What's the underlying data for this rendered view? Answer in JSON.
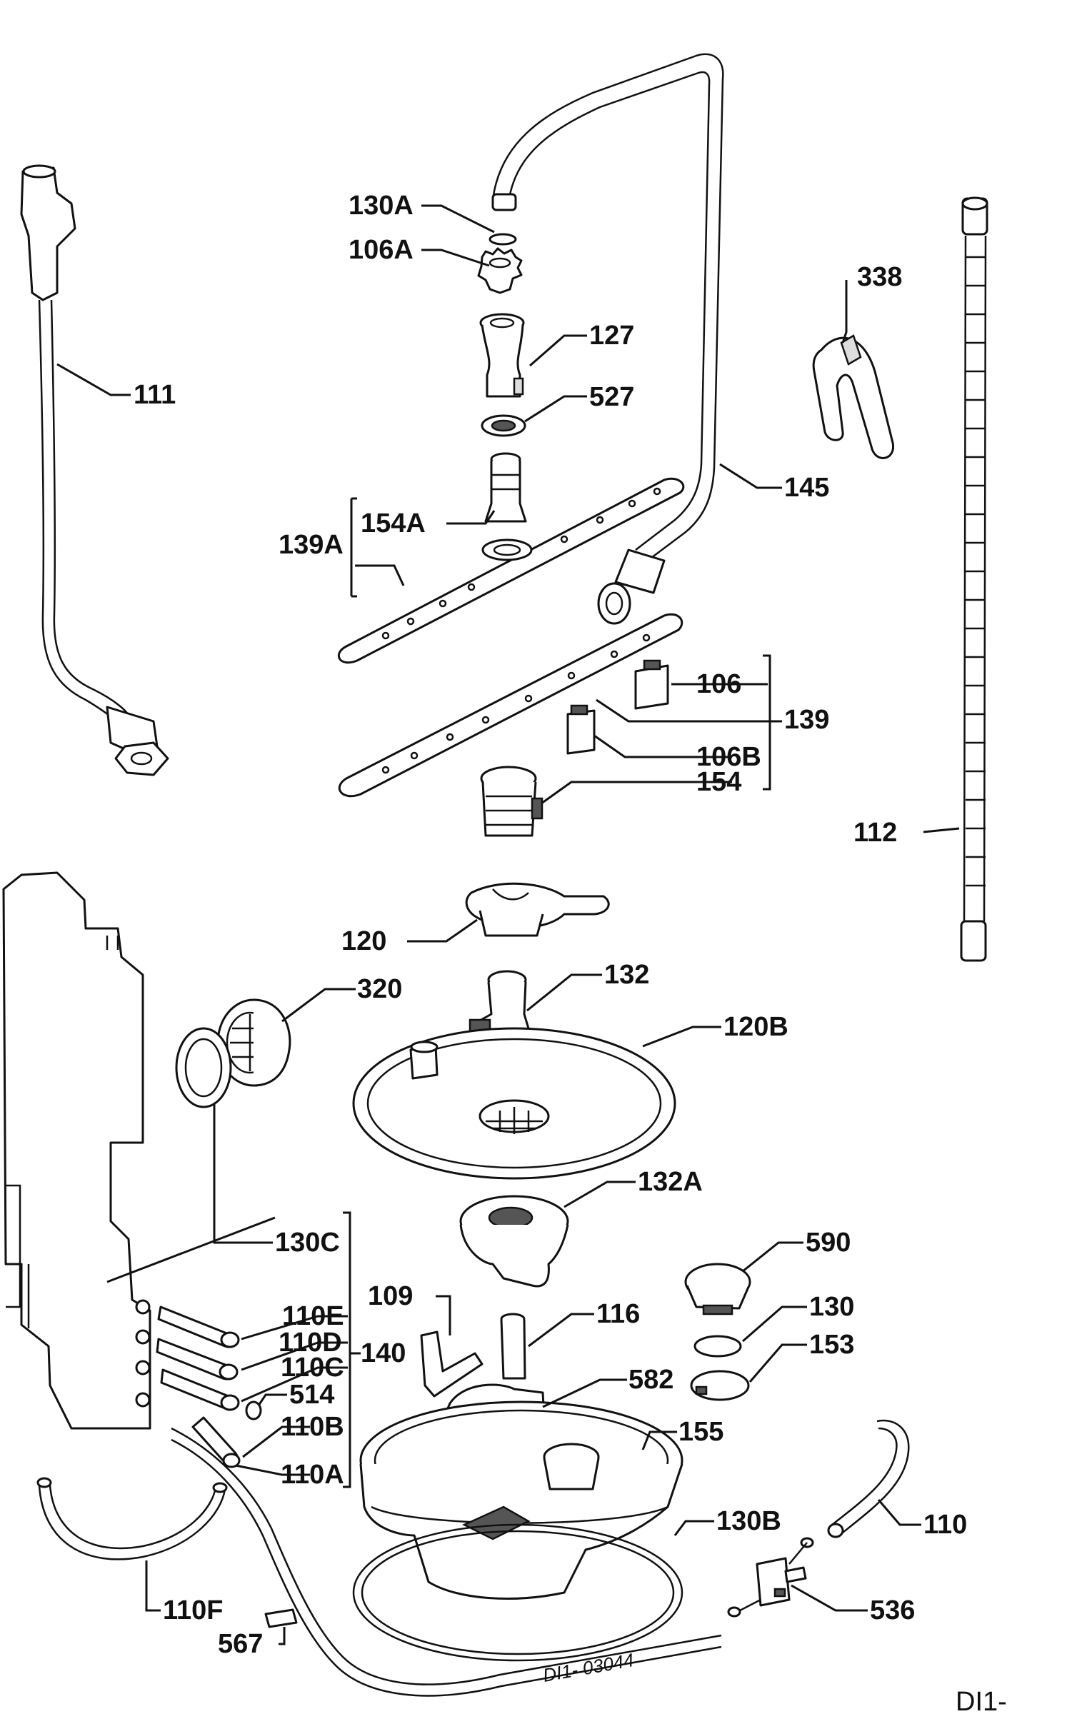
{
  "diagram": {
    "drawing_code": "DI1- 03044",
    "corner_code": "DI1-",
    "labels": {
      "p130A": "130A",
      "p106A": "106A",
      "p127": "127",
      "p527": "527",
      "p338": "338",
      "p111": "111",
      "p145": "145",
      "p154A": "154A",
      "p139A": "139A",
      "p106": "106",
      "p139": "139",
      "p106B": "106B",
      "p154": "154",
      "p112": "112",
      "p120": "120",
      "p320": "320",
      "p132": "132",
      "p120B": "120B",
      "p132A": "132A",
      "p590": "590",
      "p130C": "130C",
      "p109": "109",
      "p116": "116",
      "p130": "130",
      "p110E": "110E",
      "p110D": "110D",
      "p153": "153",
      "p110C": "110C",
      "p140": "140",
      "p582": "582",
      "p514": "514",
      "p110B": "110B",
      "p155": "155",
      "p110A": "110A",
      "p110": "110",
      "p130B": "130B",
      "p110F": "110F",
      "p536": "536",
      "p567": "567"
    }
  }
}
